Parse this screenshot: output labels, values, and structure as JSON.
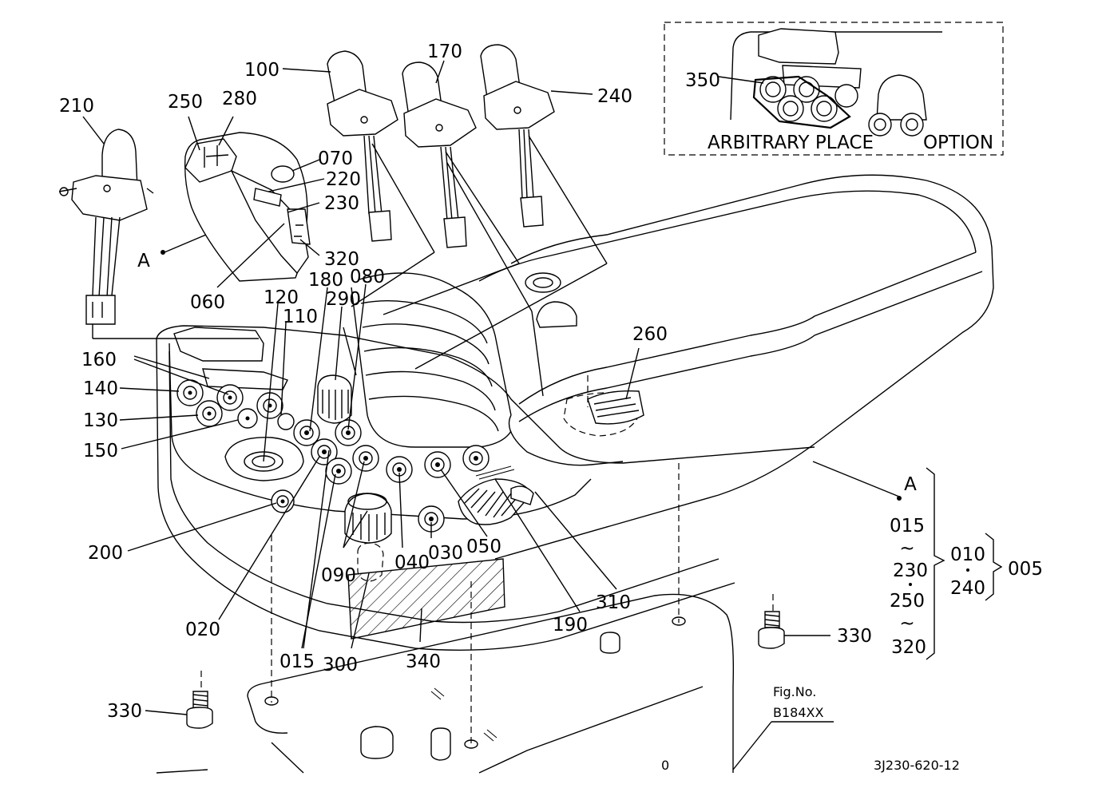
{
  "callouts": {
    "c005": "005",
    "c010": "010",
    "c015": "015",
    "c015b": "015",
    "c020": "020",
    "c030": "030",
    "c040": "040",
    "c050": "050",
    "c060": "060",
    "c070": "070",
    "c080": "080",
    "c090": "090",
    "c100": "100",
    "c110": "110",
    "c120": "120",
    "c130": "130",
    "c140": "140",
    "c150": "150",
    "c160": "160",
    "c170": "170",
    "c180": "180",
    "c190": "190",
    "c200": "200",
    "c210": "210",
    "c220": "220",
    "c230": "230",
    "c230b": "230",
    "c240": "240",
    "c240b": "240",
    "c250": "250",
    "c250b": "250",
    "c260": "260",
    "c280": "280",
    "c290": "290",
    "c300": "300",
    "c310": "310",
    "c320": "320",
    "c320b": "320",
    "c330a": "330",
    "c330b": "330",
    "c340": "340",
    "c350": "350"
  },
  "view_marker": "A",
  "view_marker_b": "A",
  "range_symbol": "~",
  "inset": {
    "arbitrary_place": "ARBITRARY PLACE",
    "option": "OPTION"
  },
  "fig_ref": {
    "label": "Fig.No.",
    "number": "B184XX"
  },
  "drawing_code": "3J230-620-12"
}
